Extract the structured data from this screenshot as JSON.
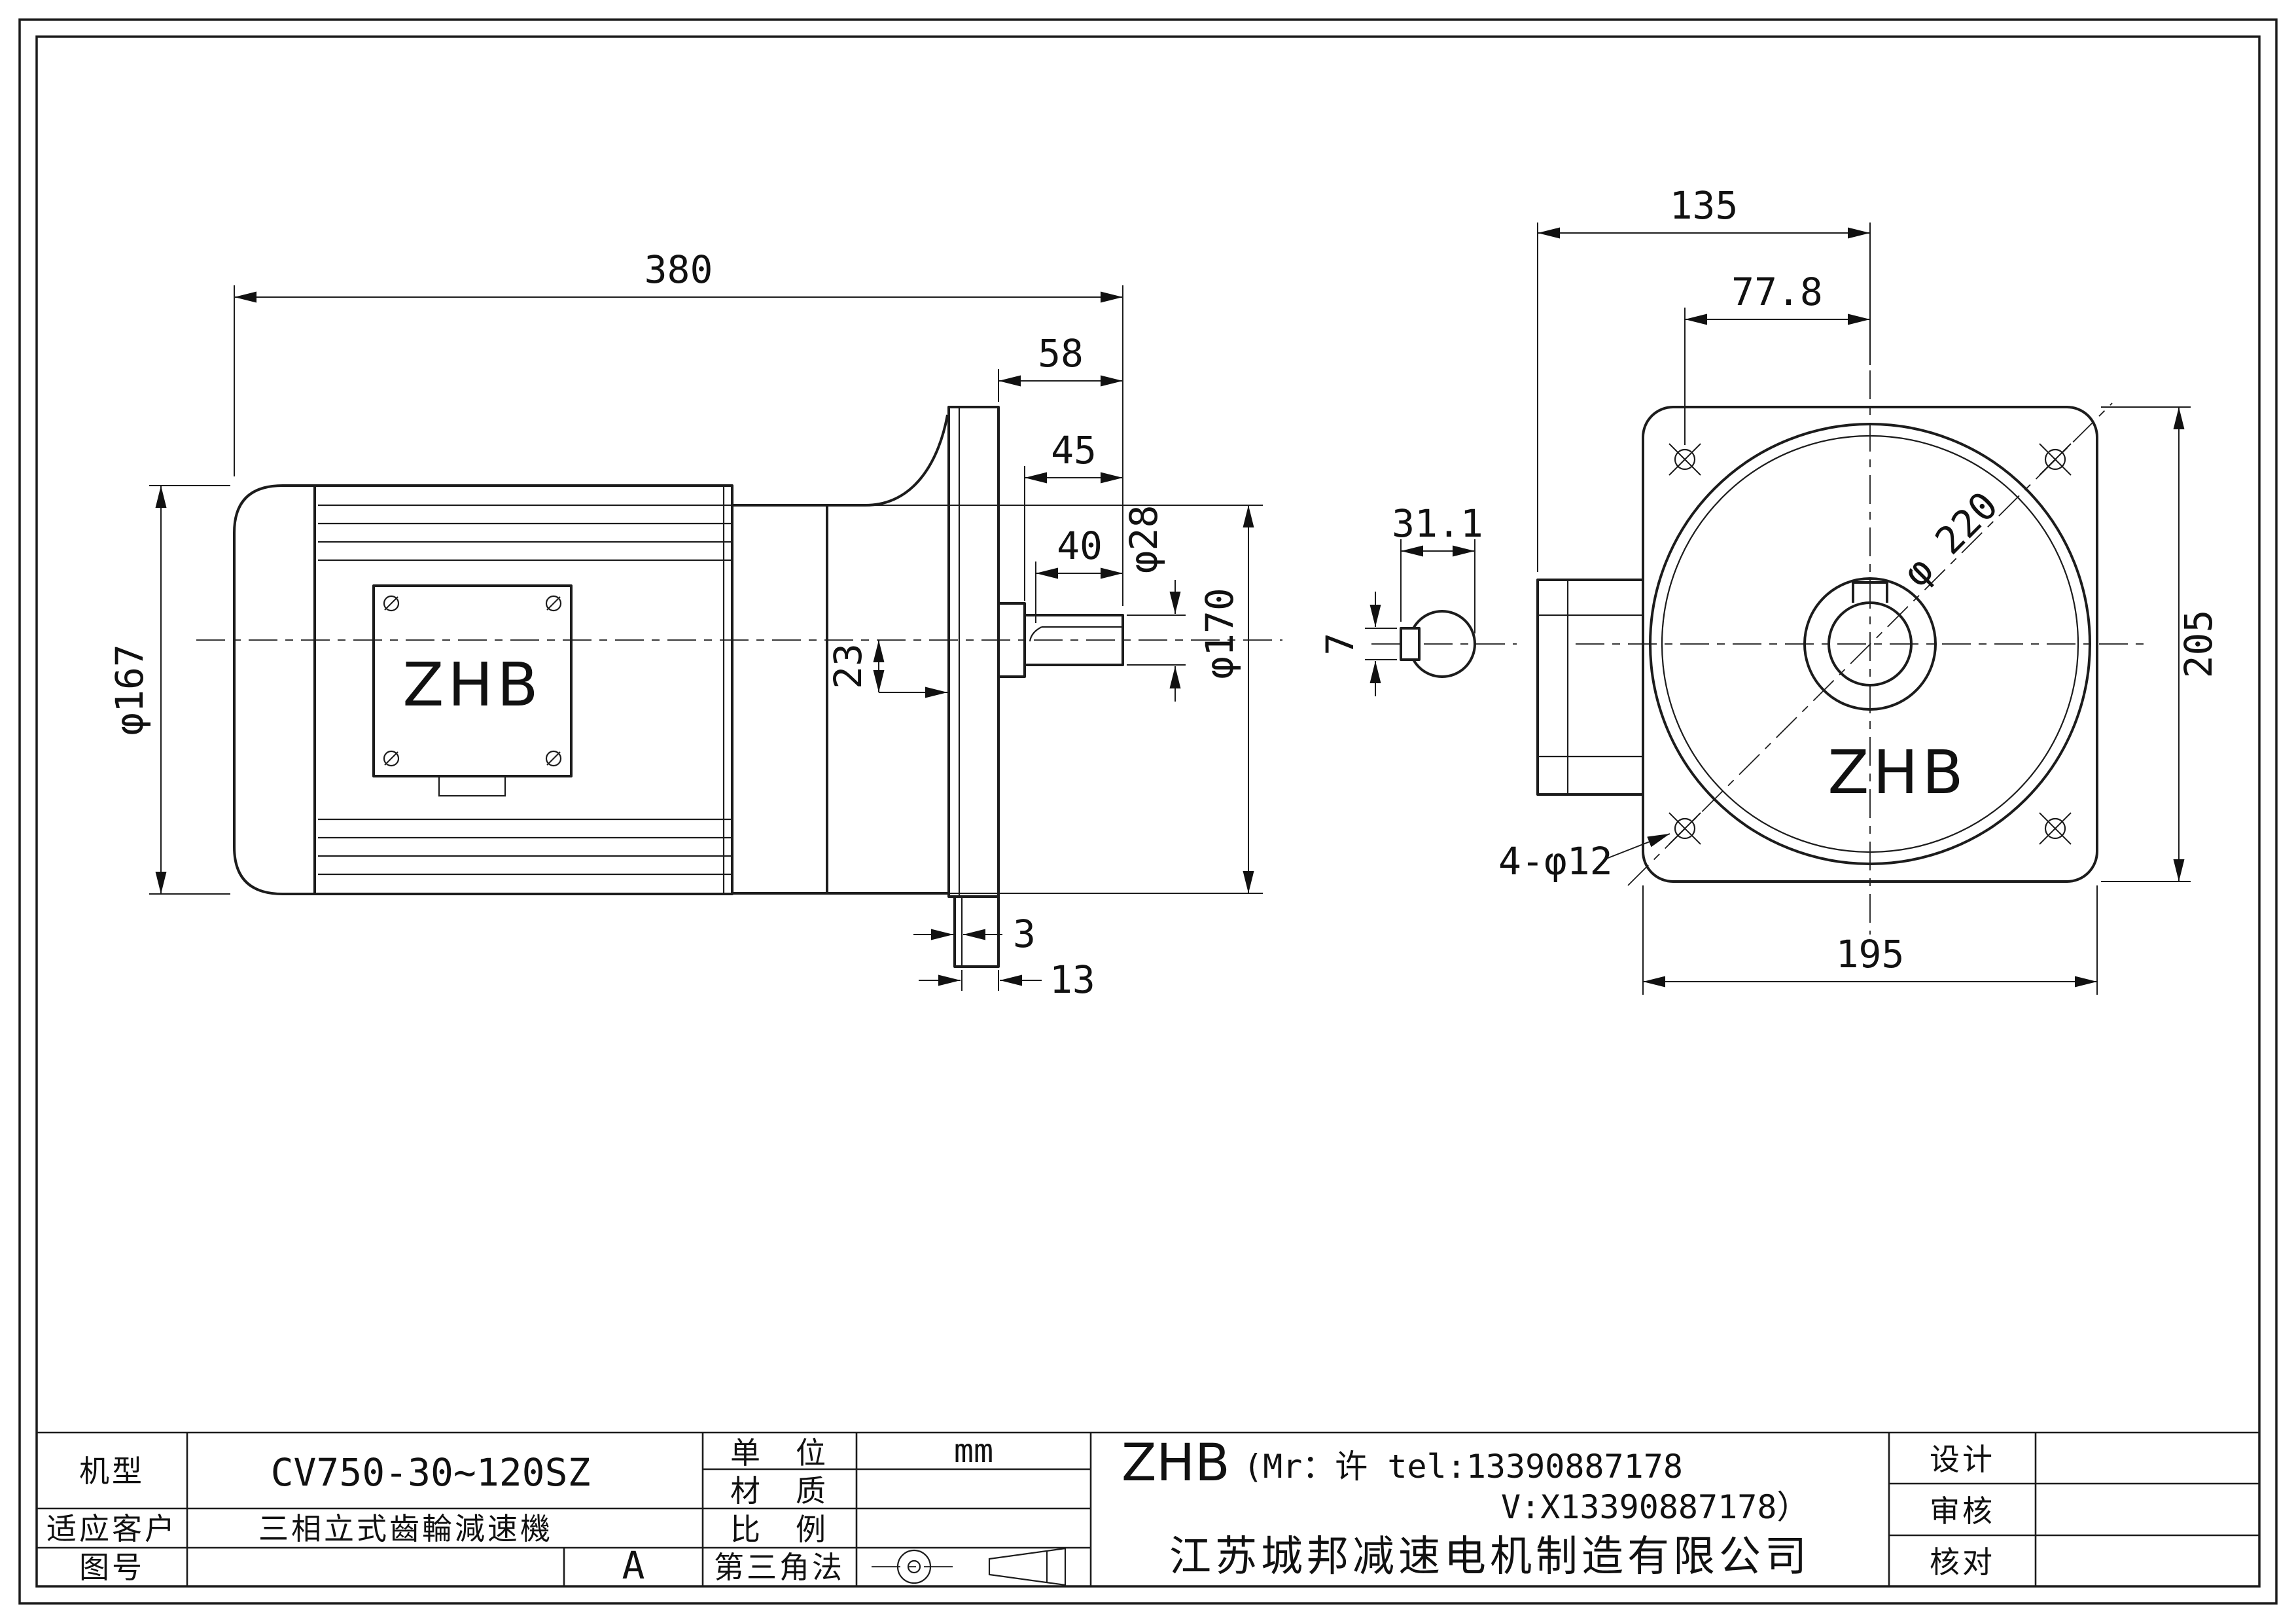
{
  "side_view": {
    "logo": "ZHB",
    "dims": {
      "overall": "380",
      "ext": "58",
      "shaft45": "45",
      "shaft40": "40",
      "shaft_dia": "φ28",
      "pilot_dia": "φ170",
      "key23": "23",
      "body_dia": "φ167",
      "step3": "3",
      "flange13": "13"
    }
  },
  "front_view": {
    "logo": "ZHB",
    "dims": {
      "w135": "135",
      "w778": "77.8",
      "key_w": "31.1",
      "key_h": "7",
      "bolt_circle": "φ 220",
      "h205": "205",
      "w195": "195",
      "holes": "4-φ12"
    }
  },
  "title_block": {
    "model_label": "机型",
    "model_value": "CV750-30~120SZ",
    "customer_label": "适应客户",
    "customer_value": "三相立式齒輪減速機",
    "drawing_no_label": "图号",
    "drawing_no_value": "A",
    "unit_label": "单　位",
    "unit_value": "mm",
    "material_label": "材　质",
    "scale_label": "比　例",
    "projection_label": "第三角法",
    "brand": "ZHB",
    "contact_line1": "(Mr：许 tel:13390887178",
    "contact_line2": "V:X13390887178）",
    "company": "江苏城邦减速电机制造有限公司",
    "design_label": "设计",
    "review_label": "审核",
    "check_label": "核对"
  }
}
